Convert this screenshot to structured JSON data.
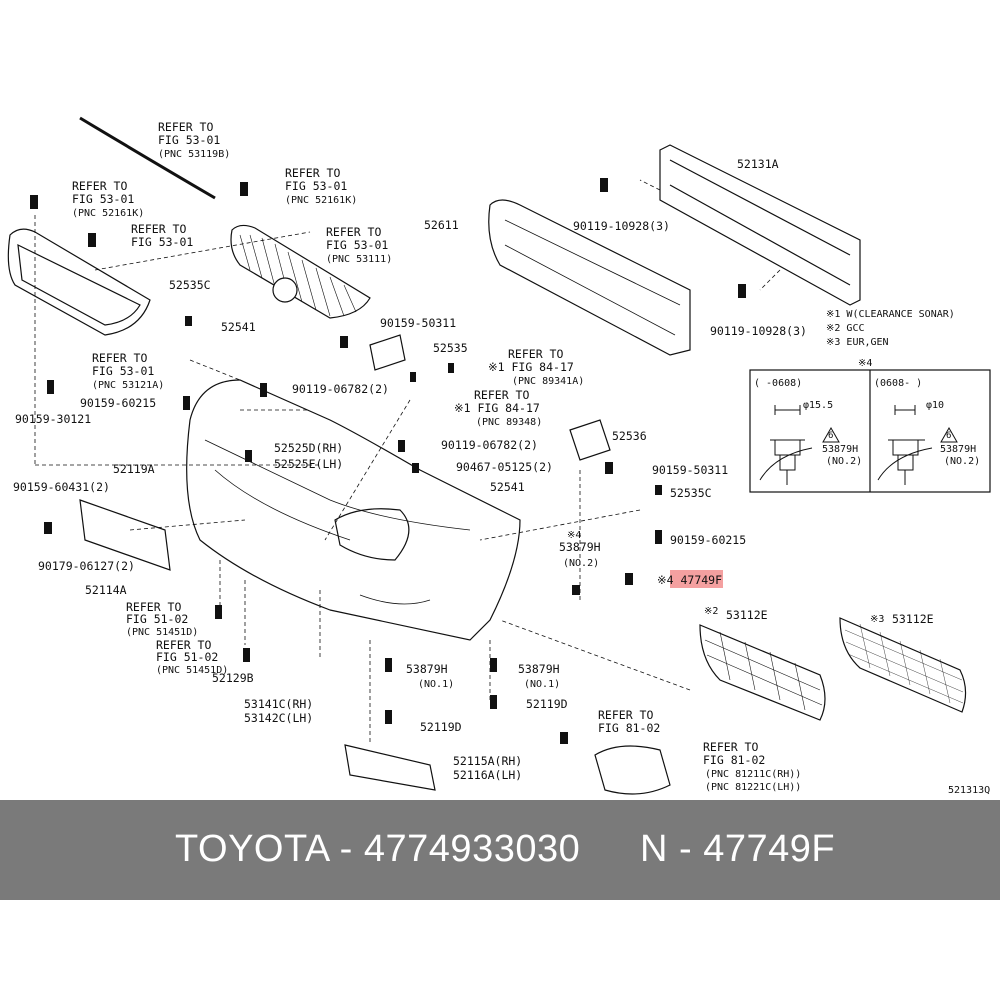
{
  "diagram": {
    "refer_labels": [
      {
        "lines": [
          "REFER TO",
          "FIG 53-01",
          "(PNC 53119B)"
        ]
      },
      {
        "lines": [
          "REFER TO",
          "FIG 53-01",
          "(PNC 52161K)"
        ]
      },
      {
        "lines": [
          "REFER TO",
          "FIG 53-01"
        ]
      },
      {
        "lines": [
          "REFER TO",
          "FIG 53-01",
          "(PNC 52161K)"
        ]
      },
      {
        "lines": [
          "REFER TO",
          "FIG 53-01",
          "(PNC 53111)"
        ]
      },
      {
        "lines": [
          "REFER TO",
          "FIG 53-01",
          "(PNC 53121A)"
        ]
      },
      {
        "lines": [
          "REFER TO",
          "※1 FIG 84-17",
          "(PNC 89341A)"
        ]
      },
      {
        "lines": [
          "REFER TO",
          "※1 FIG 84-17",
          "(PNC 89348)"
        ]
      },
      {
        "lines": [
          "REFER TO",
          "FIG 51-02",
          "(PNC 51451D)"
        ]
      },
      {
        "lines": [
          "REFER TO",
          "FIG 51-02",
          "(PNC 51451D)"
        ]
      },
      {
        "lines": [
          "REFER TO",
          "FIG 81-02"
        ]
      },
      {
        "lines": [
          "REFER TO",
          "FIG 81-02",
          "(PNC 81211C(RH))",
          "(PNC 81221C(LH))"
        ]
      }
    ],
    "part_labels": [
      "52131A",
      "52611",
      "90119-10928(3)",
      "90119-10928(3)",
      "52535C",
      "52541",
      "90159-50311",
      "52535",
      "90159-60215",
      "90119-06782(2)",
      "90159-30121",
      "52525D(RH)",
      "52525E(LH)",
      "52119A",
      "52536",
      "90119-06782(2)",
      "90467-05125(2)",
      "90159-50311",
      "90159-60431(2)",
      "52541",
      "52535C",
      "90159-60215",
      "90179-06127(2)",
      "52114A",
      "53879H",
      "(NO.2)",
      "53112E",
      "53112E",
      "52129B",
      "53879H",
      "(NO.1)",
      "53879H",
      "(NO.1)",
      "53141C(RH)",
      "53142C(LH)",
      "52119D",
      "52119D",
      "52115A(RH)",
      "52116A(LH)",
      "※4"
    ],
    "highlight_part": "※4 47749F",
    "notes": [
      "※1 W(CLEARANCE SONAR)",
      "※2 GCC",
      "※3 EUR,GEN"
    ],
    "inset": {
      "marker": "※4",
      "left_header": "(   -0608)",
      "right_header": "(0608-    )",
      "left_dim": "φ15.5",
      "right_dim": "φ10",
      "left_part": "53879H",
      "left_part_no": "(NO.2)",
      "right_part": "53879H",
      "right_part_no": "(NO.2)",
      "num_badge": "6"
    },
    "prefix_marks": [
      "※2",
      "※3"
    ],
    "diagram_code": "521313Q"
  },
  "banner": {
    "left": "TOYOTA - 4774933030",
    "right": "N - 47749F"
  },
  "colors": {
    "banner_bg": "#7a7a7a",
    "highlight": "#f4a0a0",
    "ink": "#111111"
  }
}
